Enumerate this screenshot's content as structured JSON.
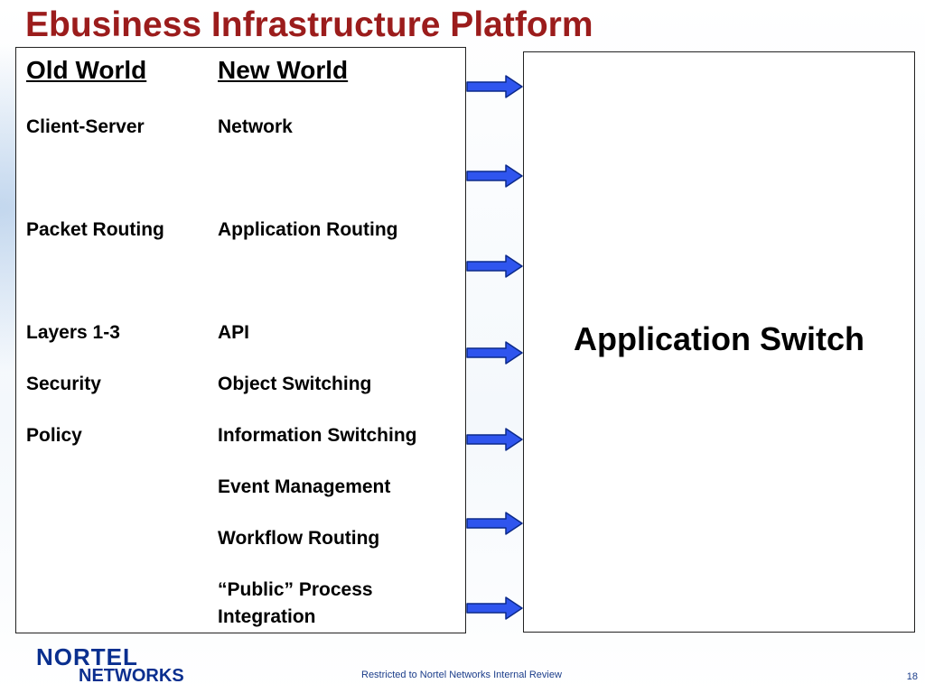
{
  "slide": {
    "title": "Ebusiness Infrastructure Platform",
    "footer": "Restricted to Nortel Networks Internal Review",
    "page_number": "18"
  },
  "table": {
    "old_header": "Old World",
    "new_header": "New World",
    "rows": [
      {
        "old": "Client-Server",
        "new": "Network"
      },
      {
        "old": "Packet Routing",
        "new": "Application  Routing"
      },
      {
        "old": "Layers 1-3",
        "new": "API"
      },
      {
        "old": "Security",
        "new": "Object Switching"
      },
      {
        "old": "Policy",
        "new": "Information Switching"
      },
      {
        "old": "",
        "new": "Event Management"
      },
      {
        "old": "",
        "new": "Workflow Routing"
      },
      {
        "old": "",
        "new": "“Public” Process Integration"
      }
    ]
  },
  "switch_box": {
    "label": "Application Switch"
  },
  "logo": {
    "line1": "NORTEL",
    "line2": "NETWORKS"
  },
  "colors": {
    "title": "#9b1c1c",
    "arrow_fill": "#2f55ee",
    "arrow_stroke": "#0c2a8a",
    "logo": "#0a2f8f",
    "footer": "#1a3c8a"
  },
  "icons": {
    "arrow": "right-arrow-icon",
    "logo": "nortel-logo"
  }
}
